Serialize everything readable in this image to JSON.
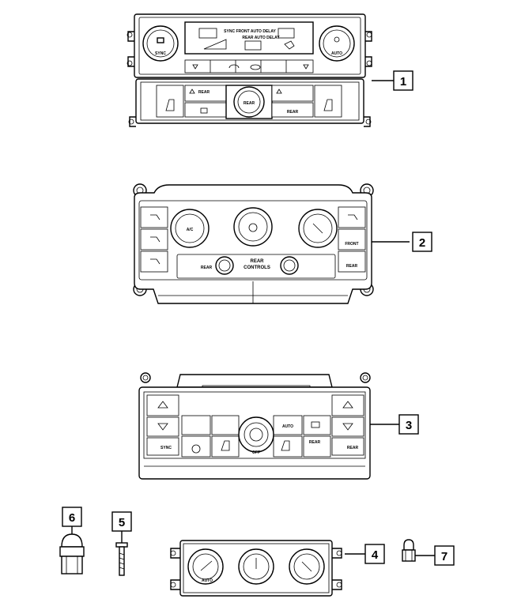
{
  "callouts": [
    {
      "id": "1",
      "part": "unit-1"
    },
    {
      "id": "2",
      "part": "unit-2"
    },
    {
      "id": "3",
      "part": "unit-3"
    },
    {
      "id": "4",
      "part": "unit-4"
    },
    {
      "id": "5",
      "part": "screw"
    },
    {
      "id": "6",
      "part": "bulb-socket"
    },
    {
      "id": "7",
      "part": "bulb"
    }
  ],
  "unit1": {
    "display_top": "SYNC  FRONT AUTO DELAY",
    "display_mid": "REAR AUTO DELAY",
    "sync": "SYNC",
    "auto": "AUTO",
    "rear": "REAR"
  },
  "unit2": {
    "ac": "A/C",
    "front": "FRONT",
    "rear_btn": "REAR",
    "rear_knob": "REAR",
    "rear_controls_1": "REAR",
    "rear_controls_2": "CONTROLS"
  },
  "unit3": {
    "sync": "SYNC",
    "auto": "AUTO",
    "rear_btn": "REAR",
    "rear_right": "REAR",
    "off": "OFF"
  },
  "unit4": {
    "auto": "AUTO"
  }
}
